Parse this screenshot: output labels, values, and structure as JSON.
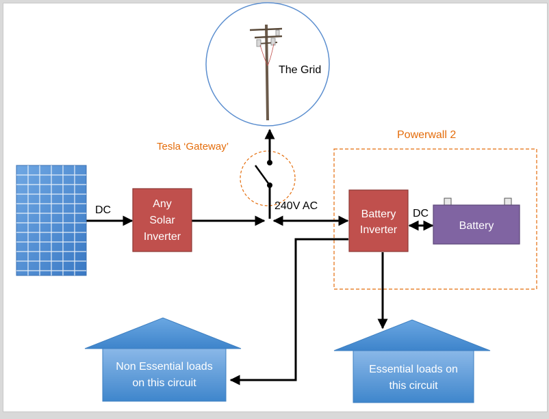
{
  "colors": {
    "inverter": "#c0504d",
    "inverter_border": "#8c3836",
    "battery": "#8064a2",
    "battery_border": "#5c4778",
    "house_top": "#5b9bd5",
    "house_bottom": "#2e75b6",
    "orange_label": "#e46c0a",
    "grid_circle": "#5b8ecf",
    "wire": "#000000",
    "panel": "#4a86cc"
  },
  "labels": {
    "grid": "The Grid",
    "gateway": "Tesla ‘Gateway’",
    "powerwall": "Powerwall 2",
    "dc_left": "DC",
    "ac": "240V AC",
    "dc_right": "DC",
    "battery": "Battery",
    "solar_inverter": [
      "Any",
      "Solar",
      "Inverter"
    ],
    "battery_inverter": [
      "Battery",
      "Inverter"
    ],
    "non_essential": [
      "Non Essential loads",
      "on this circuit"
    ],
    "essential": [
      "Essential loads on",
      "this circuit"
    ]
  },
  "icons": {
    "solar_panel": "solar-panel-icon",
    "utility_pole": "utility-pole-icon",
    "switch": "switch-icon"
  }
}
